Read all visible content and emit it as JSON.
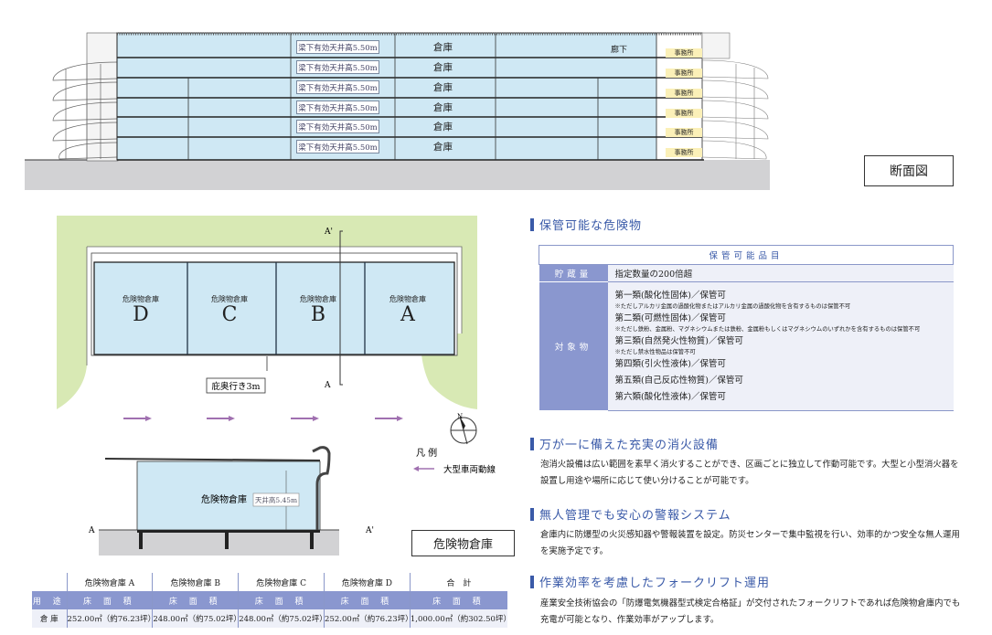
{
  "section": {
    "ceiling_labels": [
      "梁下有効天井高5.50m",
      "梁下有効天井高5.50m",
      "梁下有効天井高5.50m",
      "梁下有効天井高5.50m",
      "梁下有効天井高5.50m",
      "梁下有効天井高5.50m"
    ],
    "warehouse_labels": [
      "倉庫",
      "倉庫",
      "倉庫",
      "倉庫",
      "倉庫",
      "倉庫"
    ],
    "office_labels": [
      "事務所",
      "事務所",
      "事務所",
      "事務所",
      "事務所",
      "事務所"
    ],
    "corridor_label": "廊下",
    "caption": "断面図"
  },
  "plan": {
    "units": [
      {
        "name": "危険物倉庫",
        "letter": "D"
      },
      {
        "name": "危険物倉庫",
        "letter": "C"
      },
      {
        "name": "危険物倉庫",
        "letter": "B"
      },
      {
        "name": "危険物倉庫",
        "letter": "A"
      }
    ],
    "section_marker_top": "A'",
    "section_marker_bottom": "A",
    "eaves_label": "庇奥行き3m",
    "north": "N",
    "legend_title": "凡 例",
    "legend_item": "大型車両動線",
    "elevation_room": "危険物倉庫",
    "elevation_height": "天井高5.45m",
    "elevation_left": "A",
    "elevation_right": "A'",
    "caption": "危険物倉庫"
  },
  "storable": {
    "heading": "保管可能な危険物",
    "table_title": "保管可能品目",
    "storage_label": "貯蔵量",
    "storage_value": "指定数量の200倍超",
    "target_label": "対象物",
    "items": [
      {
        "text": "第一類(酸化性固体)／保管可",
        "note": "※ただしアルカリ金属の過酸化物またはアルカリ金属の過酸化物を含有するものは保管不可"
      },
      {
        "text": "第二類(可燃性固体)／保管可",
        "note": "※ただし鉄粉、金属粉、マグネシウムまたは鉄粉、金属粉もしくはマグネシウムのいずれかを含有するものは保管不可"
      },
      {
        "text": "第三類(自然発火性物質)／保管可",
        "note": "※ただし禁水性物品は保管不可"
      },
      {
        "text": "第四類(引火性液体)／保管可",
        "note": ""
      },
      {
        "text": "第五類(自己反応性物質)／保管可",
        "note": ""
      },
      {
        "text": "第六類(酸化性液体)／保管可",
        "note": ""
      }
    ]
  },
  "features": [
    {
      "heading": "万が一に備えた充実の消火設備",
      "body": "泡消火設備は広い範囲を素早く消火することができ、区画ごとに独立して作動可能です。大型と小型消火器を設置し用途や場所に応じて使い分けることが可能です。"
    },
    {
      "heading": "無人管理でも安心の警報システム",
      "body": "倉庫内に防爆型の火災感知器や警報装置を設定。防災センターで集中監視を行い、効率的かつ安全な無人運用を実施予定です。"
    },
    {
      "heading": "作業効率を考慮したフォークリフト運用",
      "body": "産業安全技術協会の「防爆電気機器型式検定合格証」が交付されたフォークリフトであれば危険物倉庫内でも充電が可能となり、作業効率がアップします。"
    }
  ],
  "area_table": {
    "headers": [
      "",
      "危険物倉庫 A",
      "危険物倉庫 B",
      "危険物倉庫 C",
      "危険物倉庫 D",
      "合　計"
    ],
    "use_row": [
      "用 途",
      "床 面 積",
      "床 面 積",
      "床 面 積",
      "床 面 積",
      "床 面 積"
    ],
    "warehouse_row": [
      "倉 庫",
      "252.00㎡（約76.23坪）",
      "248.00㎡（約75.02坪）",
      "248.00㎡（約75.02坪）",
      "252.00㎡（約76.23坪）",
      "1,000.00㎡（約302.50坪）"
    ]
  },
  "colors": {
    "accent": "#3a5aa8",
    "table_header": "#8a97cf",
    "room": "#cfe8f4",
    "green": "#d8e9b4",
    "office": "#fbf0b8"
  }
}
